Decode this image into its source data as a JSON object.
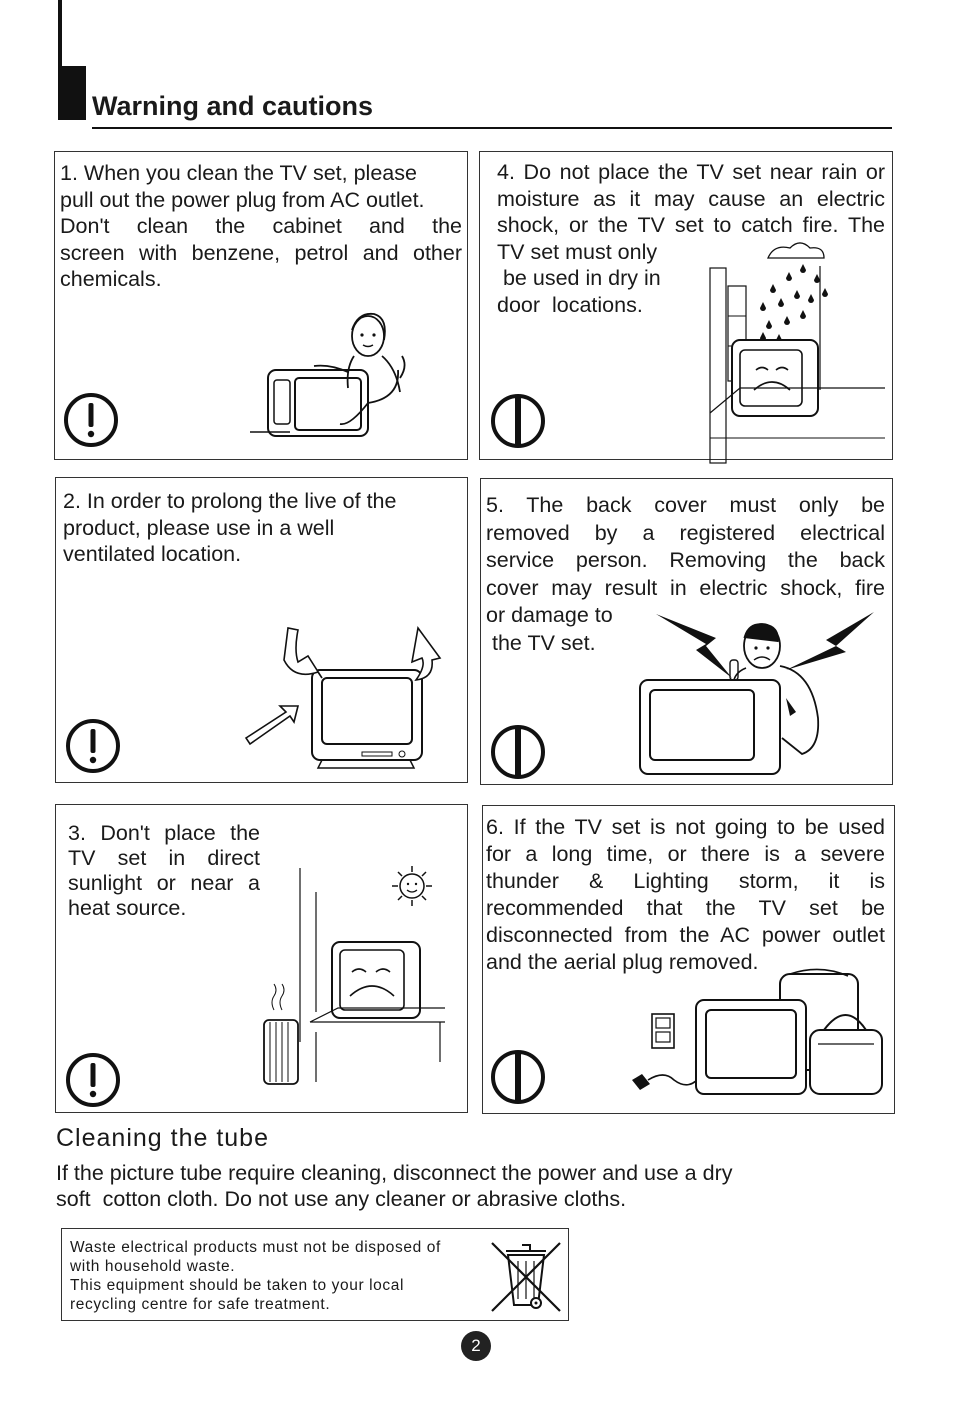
{
  "header": {
    "title": "Warning and cautions"
  },
  "cautions": {
    "item1": {
      "lines": [
        "1. When you clean the TV set, please",
        "pull out the power plug from AC outlet.",
        "Don't  clean the  cabinet and the",
        "screen  with benzene, petrol and other",
        "chemicals."
      ],
      "symbol": "exclamation-symbol"
    },
    "item2": {
      "lines": [
        "2. In order to prolong the live of the",
        "product, please use in a well",
        "ventilated location."
      ],
      "symbol": "exclamation-symbol"
    },
    "item3": {
      "lines": [
        "3. Don't place the",
        "TV set in direct",
        "sunlight or near a",
        "heat source."
      ],
      "symbol": "exclamation-symbol"
    },
    "item4": {
      "lines": [
        "4. Do not place the TV set near rain or",
        "moisture as it may cause an electric",
        "shock, or the TV set to catch fire. The",
        "TV set must only",
        " be used in dry in",
        "door  locations."
      ],
      "symbol": "prohibition-symbol"
    },
    "item5": {
      "lines": [
        "5. The back cover must only be",
        "removed by a registered electrical",
        "service person. Removing the back",
        "cover may result in electric shock, fire",
        "or damage to",
        " the TV set."
      ],
      "symbol": "prohibition-symbol"
    },
    "item6": {
      "lines": [
        "6. If the TV set is not going to be used",
        "for a long time, or there is a severe",
        "thunder & Lighting storm, it is",
        "recommended that the TV set be",
        "disconnected from the AC power outlet",
        "and the aerial plug removed."
      ],
      "symbol": "prohibition-symbol"
    }
  },
  "cleaning": {
    "title": "Cleaning the tube",
    "lines": [
      "If the picture tube require cleaning, disconnect the power and use a dry",
      "soft  cotton cloth. Do not use any cleaner or abrasive cloths."
    ]
  },
  "weee": {
    "lines": [
      "Waste electrical products must not be disposed of",
      "with household waste.",
      "This equipment should be taken to your local",
      "recycling centre for safe treatment."
    ],
    "icon": "crossed-out-wheelie-bin-icon"
  },
  "page_number": "2"
}
